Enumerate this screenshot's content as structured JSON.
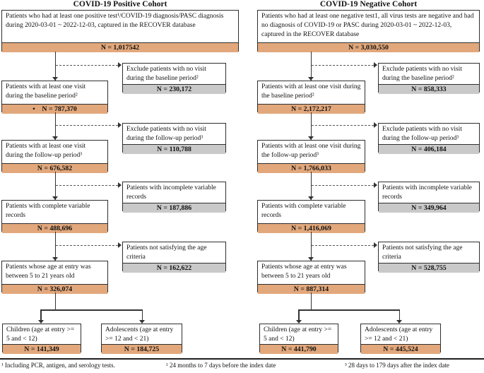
{
  "colors": {
    "highlight_fill": "#e2a87c",
    "exclusion_fill": "#c9c9c9"
  },
  "cohorts": [
    {
      "title": "COVID-19 Positive Cohort",
      "source": {
        "text": "Patients who had at least one positive test¹/COVID-19 diagnosis/PASC diagnosis during 2020-03-01 ~ 2022-12-03, captured in the RECOVER database",
        "n": "N = 1,017542"
      },
      "steps": [
        {
          "text": "Patients with at least one visit during the baseline period²",
          "n": "• N = 787,370",
          "exclusion": {
            "text": "Exclude patients with no visit during the baseline period²",
            "n": "N = 230,172"
          }
        },
        {
          "text": "Patients with at least one visit during the follow-up period³",
          "n": "N = 676,582",
          "exclusion": {
            "text": "Exclude patients with no visit during the follow-up period³",
            "n": "N = 110,788"
          }
        },
        {
          "text": "Patients with complete variable records",
          "n": "N = 488,696",
          "exclusion": {
            "text": "Patients with incomplete variable records",
            "n": "N = 187,886"
          }
        },
        {
          "text": "Patients whose age at entry was between 5 to 21 years old",
          "n": "N = 326,074",
          "exclusion": {
            "text": "Patients not satisfying the age criteria",
            "n": "N = 162,622"
          }
        }
      ],
      "final_groups": [
        {
          "text": "Children (age at entry >= 5 and < 12)",
          "n": "N = 141,349"
        },
        {
          "text": "Adolescents (age at entry >= 12 and < 21)",
          "n": "N = 184,725"
        }
      ]
    },
    {
      "title": "COVID-19 Negative Cohort",
      "source": {
        "text": "Patients who had at least one negative test1, all virus tests are negative and had no diagnosis of COVID-19 or PASC during 2020-03-01 ~ 2022-12-03, captured in the RECOVER database",
        "n": "N = 3,030,550"
      },
      "steps": [
        {
          "text": "Patients with at least one visit during the baseline period²",
          "n": "N = 2,172,217",
          "exclusion": {
            "text": "Exclude patients with no visit during the baseline period²",
            "n": "N = 858,333"
          }
        },
        {
          "text": "Patients with at least one visit during the follow-up period³",
          "n": "N = 1,766,033",
          "exclusion": {
            "text": "Exclude patients with no visit during the follow-up period³",
            "n": "N = 406,184"
          }
        },
        {
          "text": "Patients with complete variable records",
          "n": "N = 1,416,069",
          "exclusion": {
            "text": "Patients with incomplete variable records",
            "n": "N = 349,964"
          }
        },
        {
          "text": "Patients whose age at entry was between 5 to 21 years old",
          "n": "N = 887,314",
          "exclusion": {
            "text": "Patients not satisfying the age criteria",
            "n": "N = 528,755"
          }
        }
      ],
      "final_groups": [
        {
          "text": "Children (age at entry >= 5 and < 12)",
          "n": "N = 441,790"
        },
        {
          "text": "Adolescents (age at entry >= 12 and < 21)",
          "n": "N = 445,524"
        }
      ]
    }
  ],
  "footnotes": [
    "¹ Including PCR, antigen, and serology tests.",
    "² 24 months to 7 days before the index date",
    "³ 28 days to 179 days after the index date"
  ]
}
